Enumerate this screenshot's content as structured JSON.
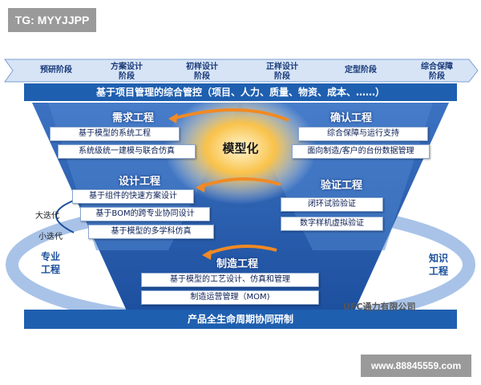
{
  "tag": "TG: MYYJJPP",
  "stages": [
    "预研阶段",
    "方案设计\n阶段",
    "初样设计\n阶段",
    "正样设计\n阶段",
    "定型阶段",
    "综合保障\n阶段"
  ],
  "banner": "基于项目管理的综合管控（项目、人力、质量、物资、成本、……）",
  "center_label": "模型化",
  "sections": {
    "requirements": {
      "title": "需求工程",
      "items": [
        "基于模型的系统工程",
        "系统级统一建模与联合仿真"
      ]
    },
    "confirmation": {
      "title": "确认工程",
      "items": [
        "综合保障与运行支持",
        "面向制造/客户的台份数据管理"
      ]
    },
    "design": {
      "title": "设计工程",
      "items": [
        "基于组件的快速方案设计",
        "基于BOM的跨专业协同设计",
        "基于模型的多学科仿真"
      ]
    },
    "verification": {
      "title": "验证工程",
      "items": [
        "闭环试验验证",
        "数字样机虚拟验证"
      ]
    },
    "manufacturing": {
      "title": "制造工程",
      "items": [
        "基于模型的工艺设计、仿真和管理",
        "制造运营管理（MOM)"
      ]
    }
  },
  "left_labels": {
    "big_iteration": "大迭代",
    "small_iteration": "小迭代",
    "professional": "专业\n工程"
  },
  "right_label": "知识\n工程",
  "bottom_bar": "产品全生命周期协同研制",
  "watermark": "UFC通力有限公司",
  "url": "www.88845559.com",
  "colors": {
    "dark_blue": "#1f5fb0",
    "mid_blue": "#3f78c8",
    "light_blue": "#8fb4e4",
    "glow": "#f6a623"
  }
}
